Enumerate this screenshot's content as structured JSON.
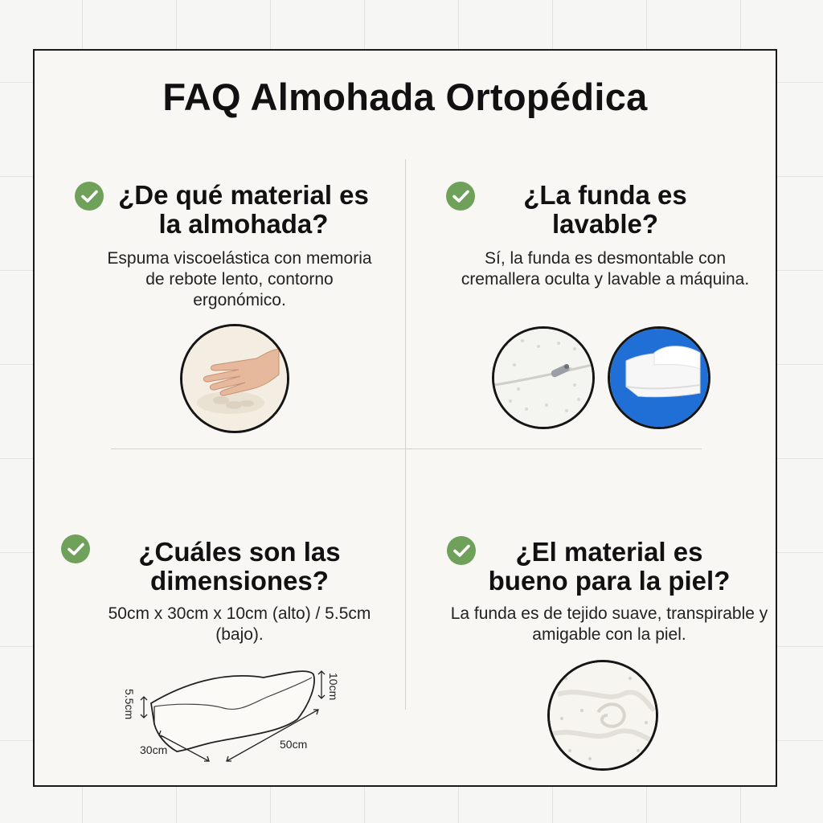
{
  "title": "FAQ Almohada Ortopédica",
  "faqs": [
    {
      "question": "¿De qué material es la almohada?",
      "answer": "Espuma viscoelástica con memoria de rebote lento, contorno ergonómico."
    },
    {
      "question": "¿La funda es lavable?",
      "answer": "Sí, la funda es desmontable con cremallera oculta y lavable a máquina."
    },
    {
      "question": "¿Cuáles son las dimensiones?",
      "answer": "50cm x 30cm x 10cm (alto) / 5.5cm (bajo)."
    },
    {
      "question": "¿El material es bueno para la piel?",
      "answer": "La funda es de tejido suave, transpirable y amigable con la piel."
    }
  ],
  "dimensions": {
    "height_high": "10cm",
    "height_low": "5.5cm",
    "width": "30cm",
    "length": "50cm"
  },
  "colors": {
    "check": "#6fa15a",
    "border": "#1a1a1a",
    "card": "#f9f7f4"
  },
  "icons": {
    "check": "check-circle-icon"
  }
}
